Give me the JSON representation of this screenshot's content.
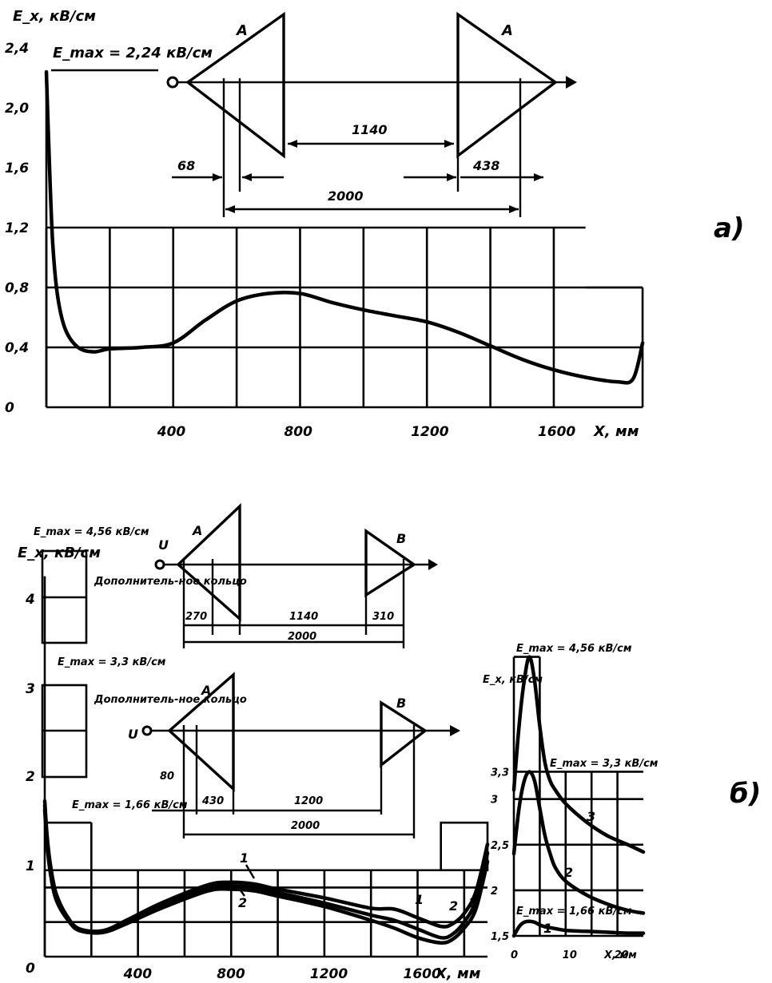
{
  "chart_data": [
    {
      "panel": "a)",
      "type": "line",
      "ylabel": "E_x, кВ/см",
      "xlabel": "X, мм",
      "y_ticks": [
        "0",
        "0,4",
        "0,8",
        "1,2",
        "1,6",
        "2,0",
        "2,4"
      ],
      "x_ticks": [
        "400",
        "800",
        "1200",
        "1600"
      ],
      "xlim": [
        0,
        1900
      ],
      "ylim": [
        0,
        2.4
      ],
      "grid": true,
      "annotation": "E_max = 2,24 кВ/см",
      "series": [
        {
          "x": [
            0,
            10,
            20,
            35,
            60,
            100,
            150,
            200,
            300,
            400,
            500,
            600,
            700,
            800,
            900,
            1000,
            1100,
            1200,
            1300,
            1400,
            1500,
            1600,
            1700,
            1800,
            1850,
            1880
          ],
          "y": [
            2.24,
            1.6,
            1.1,
            0.75,
            0.52,
            0.4,
            0.37,
            0.39,
            0.4,
            0.43,
            0.58,
            0.71,
            0.76,
            0.76,
            0.7,
            0.65,
            0.61,
            0.57,
            0.5,
            0.41,
            0.32,
            0.25,
            0.2,
            0.17,
            0.19,
            0.43
          ]
        }
      ],
      "electrode_diagram": {
        "electrode_labels": [
          "A",
          "A"
        ],
        "dimensions": [
          "68",
          "1140",
          "438",
          "2000"
        ]
      }
    },
    {
      "panel": "б)",
      "type": "line",
      "ylabel": "E_x, кВ/см",
      "xlabel": "X, мм",
      "y_ticks": [
        "0",
        "1",
        "2",
        "3",
        "4"
      ],
      "x_ticks": [
        "400",
        "800",
        "1200",
        "1600"
      ],
      "xlim": [
        0,
        1900
      ],
      "ylim": [
        0,
        4.6
      ],
      "grid": true,
      "series": [
        {
          "name": "1",
          "x": [
            0,
            10,
            25,
            50,
            100,
            150,
            250,
            350,
            500,
            700,
            800,
            900,
            1000,
            1200,
            1400,
            1500,
            1600,
            1700,
            1750,
            1800,
            1850,
            1900
          ],
          "y": [
            1.8,
            1.4,
            1.05,
            0.72,
            0.45,
            0.32,
            0.3,
            0.42,
            0.62,
            0.83,
            0.86,
            0.84,
            0.78,
            0.68,
            0.56,
            0.55,
            0.45,
            0.35,
            0.38,
            0.5,
            0.75,
            1.3
          ]
        },
        {
          "name": "2",
          "x": [
            0,
            10,
            25,
            50,
            100,
            150,
            250,
            350,
            500,
            700,
            800,
            900,
            1000,
            1200,
            1400,
            1500,
            1600,
            1700,
            1750,
            1800,
            1850,
            1900
          ],
          "y": [
            1.7,
            1.3,
            0.95,
            0.65,
            0.42,
            0.3,
            0.28,
            0.38,
            0.56,
            0.76,
            0.78,
            0.76,
            0.7,
            0.58,
            0.42,
            0.33,
            0.22,
            0.16,
            0.2,
            0.33,
            0.55,
            1.1
          ]
        },
        {
          "name": "3",
          "x": [
            0,
            10,
            25,
            50,
            100,
            150,
            250,
            350,
            500,
            700,
            800,
            900,
            1000,
            1200,
            1400,
            1500,
            1600,
            1700,
            1750,
            1800,
            1850,
            1900
          ],
          "y": [
            1.75,
            1.35,
            1.0,
            0.7,
            0.44,
            0.31,
            0.29,
            0.4,
            0.59,
            0.8,
            0.82,
            0.8,
            0.74,
            0.62,
            0.48,
            0.42,
            0.32,
            0.22,
            0.26,
            0.4,
            0.65,
            1.2
          ]
        }
      ],
      "annotations": [
        "E_max = 4,56 кВ/см",
        "E_max = 3,3 кВ/см",
        "E_max = 1,66 кВ/см"
      ],
      "electrode_diagrams": [
        {
          "label_left": "Дополнитель-ное кольцо",
          "source": "U",
          "electrode_labels": [
            "A",
            "B"
          ],
          "dimensions": [
            "270",
            "1140",
            "310",
            "2000"
          ]
        },
        {
          "label_left": "Дополнитель-ное кольцо",
          "source": "U",
          "electrode_labels": [
            "A",
            "B"
          ],
          "dimensions": [
            "80",
            "430",
            "1200",
            "2000"
          ]
        }
      ]
    },
    {
      "panel": "б) inset",
      "type": "line",
      "ylabel": "E_x, кВ/см",
      "xlabel": "X, мм",
      "y_ticks": [
        "1,5",
        "2",
        "2,5",
        "3",
        "3,3"
      ],
      "x_ticks": [
        "0",
        "10",
        "20"
      ],
      "xlim": [
        0,
        25
      ],
      "ylim": [
        1.5,
        4.6
      ],
      "grid": true,
      "annotations": [
        "E_max = 4,56 кВ/см",
        "E_max = 3,3 кВ/см",
        "E_max = 1,66 кВ/см"
      ],
      "series": [
        {
          "name": "1",
          "x": [
            0,
            1,
            2,
            3,
            4,
            5,
            6,
            8,
            10,
            14,
            18,
            22,
            25
          ],
          "y": [
            1.5,
            1.6,
            1.65,
            1.66,
            1.65,
            1.62,
            1.6,
            1.58,
            1.56,
            1.55,
            1.54,
            1.53,
            1.53
          ]
        },
        {
          "name": "2",
          "x": [
            0,
            1,
            2,
            3,
            4,
            5,
            6,
            7,
            8,
            10,
            14,
            18,
            22,
            25
          ],
          "y": [
            2.4,
            2.9,
            3.2,
            3.3,
            3.2,
            2.9,
            2.6,
            2.4,
            2.25,
            2.1,
            1.95,
            1.85,
            1.78,
            1.75
          ]
        },
        {
          "name": "3",
          "x": [
            0,
            1,
            2,
            3,
            4,
            5,
            6,
            7,
            8,
            10,
            14,
            18,
            22,
            25
          ],
          "y": [
            3.1,
            3.8,
            4.3,
            4.56,
            4.3,
            3.8,
            3.4,
            3.2,
            3.1,
            2.95,
            2.75,
            2.6,
            2.5,
            2.42
          ]
        }
      ]
    }
  ]
}
